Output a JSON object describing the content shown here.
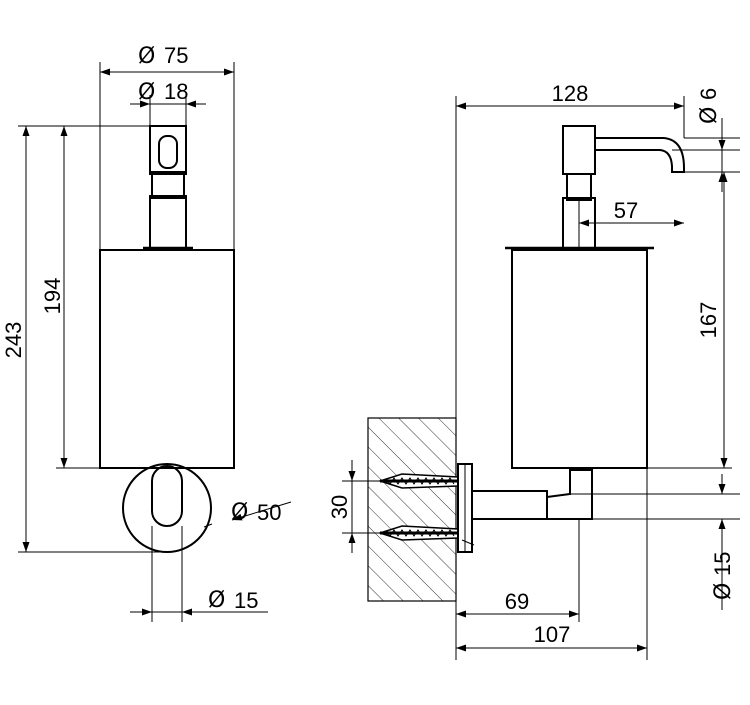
{
  "dimensions": {
    "diameter_symbol": "Ø",
    "d75": "75",
    "d18": "18",
    "h243": "243",
    "h194": "194",
    "d50": "50",
    "d15_front": "15",
    "w128": "128",
    "d6": "6",
    "w57": "57",
    "h167": "167",
    "h30": "30",
    "d15_side": "15",
    "w69": "69",
    "w107": "107"
  }
}
